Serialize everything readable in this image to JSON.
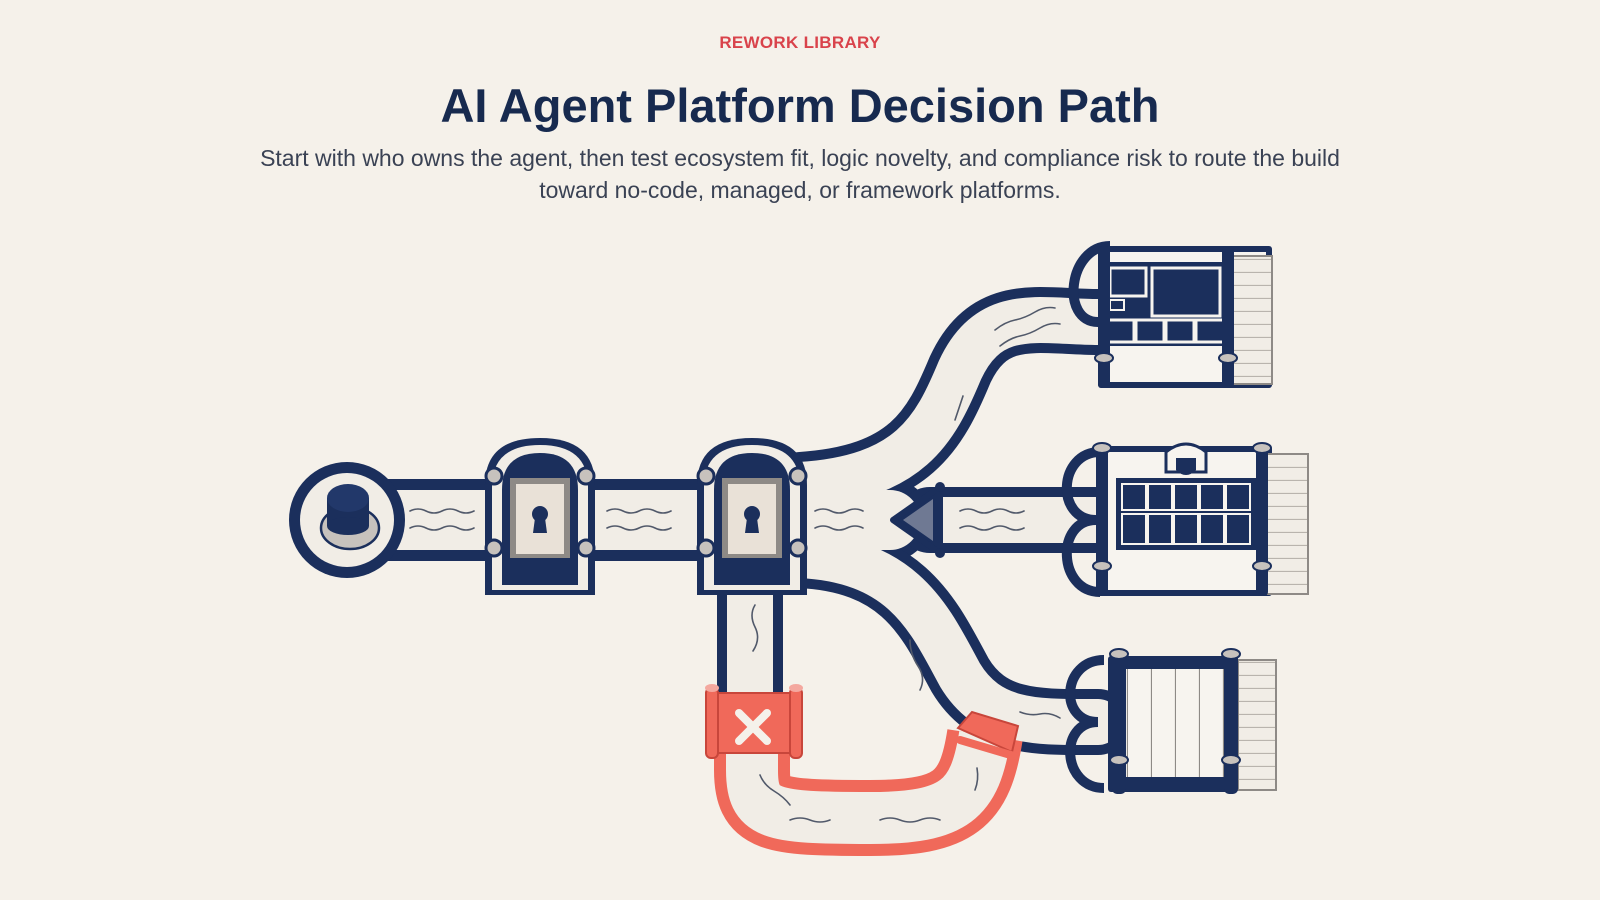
{
  "header": {
    "eyebrow": "REWORK LIBRARY",
    "title": "AI Agent Platform Decision Path",
    "subtitle": "Start with who owns the agent, then test ecosystem fit, logic novelty, and compliance risk to route the build toward no-code, managed, or framework platforms."
  },
  "colors": {
    "background": "#f5f1ea",
    "navy": "#1b2f5c",
    "pipe_fill": "#f1ede6",
    "reject_red": "#f0695a",
    "accent_title": "#d9434b"
  },
  "diagram": {
    "icons": [
      "start-button-icon",
      "keyhole-gate-icon",
      "keyhole-gate-icon",
      "router-arrow-icon",
      "reject-x-icon",
      "dashboard-platform-icon",
      "shield-grid-platform-icon",
      "framework-crate-platform-icon"
    ]
  }
}
